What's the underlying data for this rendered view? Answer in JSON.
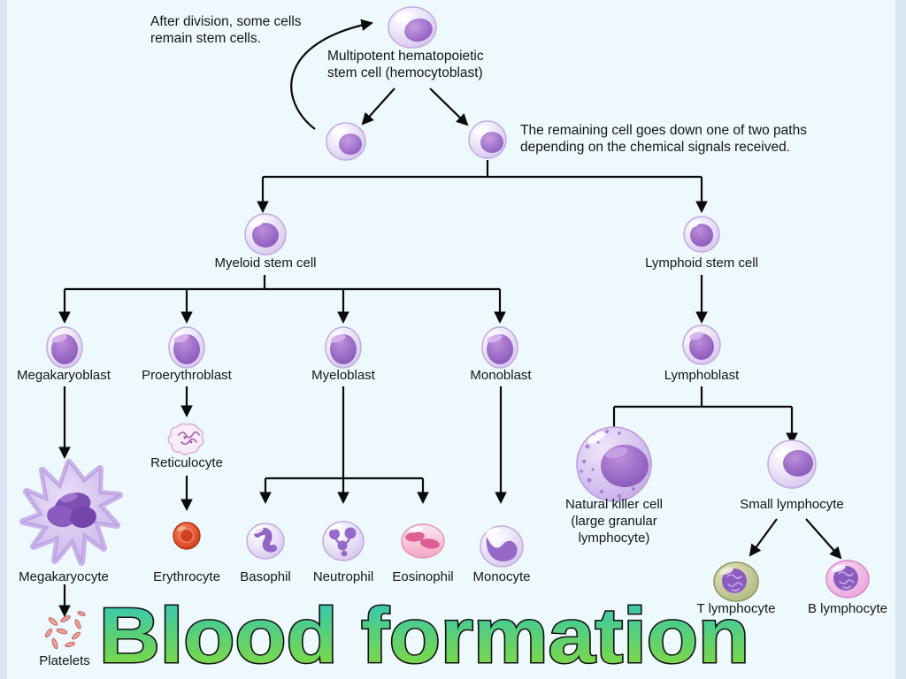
{
  "colors": {
    "background": "#edf9fc",
    "border_strip": "#d9e6f3",
    "line": "#0a0a0a",
    "cell_body": "#d9c8f0",
    "cell_nucleus": "#9a6cc8",
    "erythrocyte_red": "#e2502f",
    "eosinophil_pink": "#f4a7c4",
    "t_cell_olive": "#b9be87",
    "b_cell_pink": "#eeb0e2",
    "title_gradient_top": "#2fc4c6",
    "title_gradient_bottom": "#8cdb32",
    "title_outline": "#111111"
  },
  "annotations": {
    "after_division": {
      "line1": "After division, some cells",
      "line2": "remain stem cells."
    },
    "multipotent": {
      "line1": "Multipotent hematopoietic",
      "line2": "stem cell (hemocytoblast)"
    },
    "remaining": {
      "line1": "The remaining cell goes down one of two paths",
      "line2": "depending on the chemical signals received."
    }
  },
  "cells": {
    "myeloid_stem": {
      "label": "Myeloid stem cell"
    },
    "lymphoid_stem": {
      "label": "Lymphoid stem cell"
    },
    "megakaryoblast": {
      "label": "Megakaryoblast"
    },
    "proerythroblast": {
      "label": "Proerythroblast"
    },
    "myeloblast": {
      "label": "Myeloblast"
    },
    "monoblast": {
      "label": "Monoblast"
    },
    "lymphoblast": {
      "label": "Lymphoblast"
    },
    "megakaryocyte": {
      "label": "Megakaryocyte"
    },
    "reticulocyte": {
      "label": "Reticulocyte"
    },
    "erythrocyte": {
      "label": "Erythrocyte"
    },
    "basophil": {
      "label": "Basophil"
    },
    "neutrophil": {
      "label": "Neutrophil"
    },
    "eosinophil": {
      "label": "Eosinophil"
    },
    "monocyte": {
      "label": "Monocyte"
    },
    "platelets": {
      "label": "Platelets"
    },
    "natural_killer": {
      "line1": "Natural killer cell",
      "line2": "(large granular",
      "line3": "lymphocyte)"
    },
    "small_lymphocyte": {
      "label": "Small lymphocyte"
    },
    "t_lymphocyte": {
      "label": "T lymphocyte"
    },
    "b_lymphocyte": {
      "label": "B lymphocyte"
    }
  },
  "title": {
    "text": "Blood formation"
  }
}
